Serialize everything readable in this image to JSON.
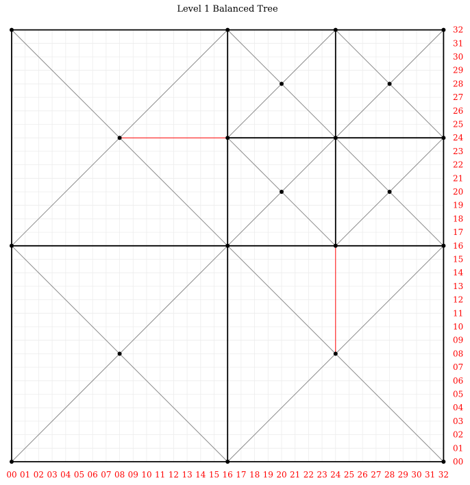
{
  "title": "Level 1 Balanced Tree",
  "grid": {
    "min": 0,
    "max": 32,
    "step": 1
  },
  "colors": {
    "grid": "#ececec",
    "thin": "#8a8a8a",
    "thick": "#000000",
    "highlight": "#ff0000",
    "tick_label": "#ff0000"
  },
  "x_tick_labels": [
    "00",
    "01",
    "02",
    "03",
    "04",
    "05",
    "06",
    "07",
    "08",
    "09",
    "10",
    "11",
    "12",
    "13",
    "14",
    "15",
    "16",
    "17",
    "18",
    "19",
    "20",
    "21",
    "22",
    "23",
    "24",
    "25",
    "26",
    "27",
    "28",
    "29",
    "30",
    "31",
    "32"
  ],
  "y_tick_labels": [
    "00",
    "01",
    "02",
    "03",
    "04",
    "05",
    "06",
    "07",
    "08",
    "09",
    "10",
    "11",
    "12",
    "13",
    "14",
    "15",
    "16",
    "17",
    "18",
    "19",
    "20",
    "21",
    "22",
    "23",
    "24",
    "25",
    "26",
    "27",
    "28",
    "29",
    "30",
    "31",
    "32"
  ],
  "thick_edges": [
    [
      0,
      0,
      16,
      0
    ],
    [
      16,
      0,
      32,
      0
    ],
    [
      0,
      0,
      0,
      16
    ],
    [
      0,
      16,
      0,
      32
    ],
    [
      0,
      32,
      16,
      32
    ],
    [
      16,
      32,
      24,
      32
    ],
    [
      24,
      32,
      32,
      32
    ],
    [
      32,
      0,
      32,
      16
    ],
    [
      32,
      16,
      32,
      24
    ],
    [
      32,
      24,
      32,
      32
    ],
    [
      16,
      0,
      16,
      16
    ],
    [
      16,
      16,
      16,
      24
    ],
    [
      16,
      24,
      16,
      32
    ],
    [
      0,
      16,
      16,
      16
    ],
    [
      16,
      16,
      24,
      16
    ],
    [
      24,
      16,
      32,
      16
    ],
    [
      16,
      24,
      24,
      24
    ],
    [
      24,
      24,
      32,
      24
    ],
    [
      24,
      16,
      24,
      24
    ],
    [
      24,
      24,
      24,
      32
    ]
  ],
  "thin_edges": [
    [
      0,
      0,
      16,
      16
    ],
    [
      16,
      0,
      0,
      16
    ],
    [
      16,
      0,
      32,
      16
    ],
    [
      32,
      0,
      16,
      16
    ],
    [
      0,
      16,
      16,
      32
    ],
    [
      16,
      16,
      0,
      32
    ],
    [
      16,
      16,
      24,
      24
    ],
    [
      24,
      16,
      16,
      24
    ],
    [
      24,
      16,
      32,
      24
    ],
    [
      32,
      16,
      24,
      24
    ],
    [
      16,
      24,
      24,
      32
    ],
    [
      24,
      24,
      16,
      32
    ],
    [
      24,
      24,
      32,
      32
    ],
    [
      32,
      24,
      24,
      32
    ]
  ],
  "highlight_edges": [
    [
      8,
      24,
      16,
      24
    ],
    [
      24,
      8,
      24,
      16
    ]
  ],
  "nodes": [
    [
      0,
      0
    ],
    [
      16,
      0
    ],
    [
      32,
      0
    ],
    [
      0,
      16
    ],
    [
      16,
      16
    ],
    [
      24,
      16
    ],
    [
      32,
      16
    ],
    [
      0,
      32
    ],
    [
      16,
      32
    ],
    [
      24,
      32
    ],
    [
      32,
      32
    ],
    [
      16,
      24
    ],
    [
      24,
      24
    ],
    [
      32,
      24
    ],
    [
      8,
      8
    ],
    [
      24,
      8
    ],
    [
      8,
      24
    ],
    [
      20,
      20
    ],
    [
      28,
      20
    ],
    [
      20,
      28
    ],
    [
      28,
      28
    ]
  ]
}
